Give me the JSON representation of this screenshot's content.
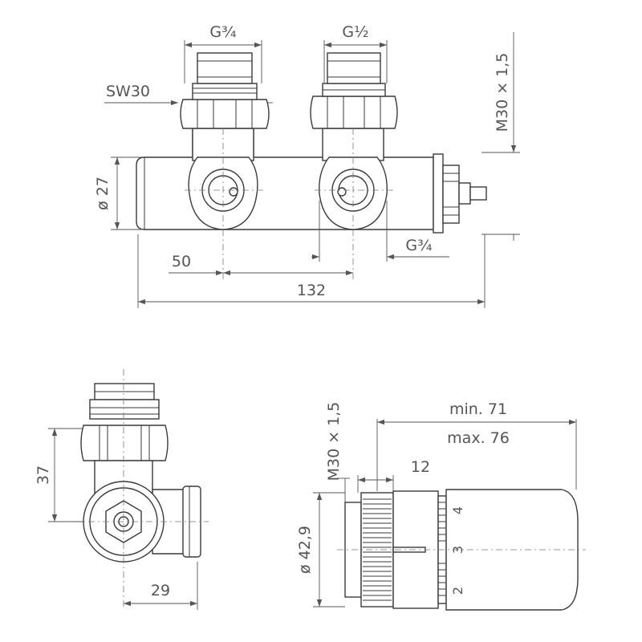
{
  "labels": {
    "g34_top": "G¾",
    "g12_top": "G½",
    "sw30": "SW30",
    "m30_right": "M30 × 1,5",
    "dia27": "ø 27",
    "dim50": "50",
    "g34_bottom": "G¾",
    "dim132": "132",
    "dim37": "37",
    "dim29": "29",
    "m30_head": "M30 × 1,5",
    "min71": "min. 71",
    "max76": "max. 76",
    "dim12": "12",
    "dia429": "ø 42,9",
    "scale_4": "4",
    "scale_3": "3",
    "scale_2": "2"
  },
  "colors": {
    "line": "#3a3a3a",
    "dimension": "#555555",
    "background": "#ffffff"
  }
}
